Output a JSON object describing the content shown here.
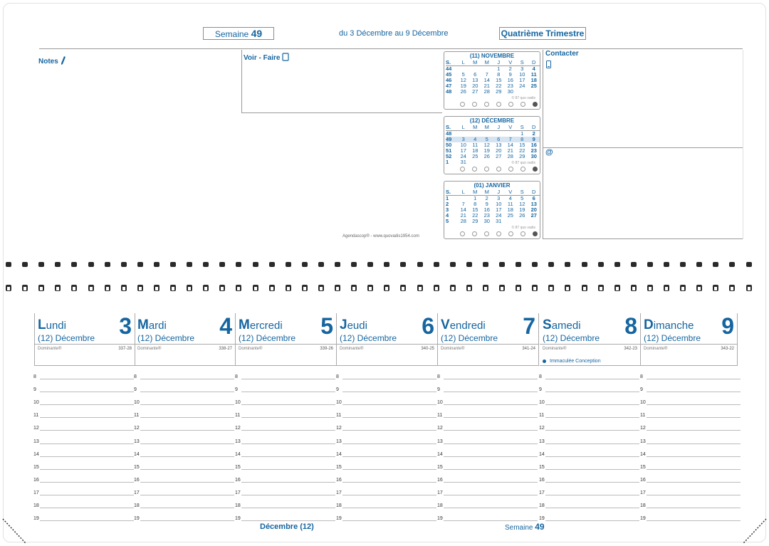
{
  "header": {
    "week_label": "Semaine",
    "week_number": "49",
    "date_range": "du 3 Décembre au 9 Décembre",
    "quarter": "Quatrième Trimestre"
  },
  "sections": {
    "notes": "Notes",
    "todo": "Voir - Faire",
    "contact": "Contacter",
    "at_sign": "@",
    "publisher": "Agendascop® - www.quovadis1954.com"
  },
  "mini_calendars": [
    {
      "title": "(11) NOVEMBRE",
      "head": [
        "S.",
        "L",
        "M",
        "M",
        "J",
        "V",
        "S",
        "D"
      ],
      "rows": [
        [
          "44",
          "",
          "",
          "",
          "1",
          "2",
          "3",
          "4"
        ],
        [
          "45",
          "5",
          "6",
          "7",
          "8",
          "9",
          "10",
          "11"
        ],
        [
          "46",
          "12",
          "13",
          "14",
          "15",
          "16",
          "17",
          "18"
        ],
        [
          "47",
          "19",
          "20",
          "21",
          "22",
          "23",
          "24",
          "25"
        ],
        [
          "48",
          "26",
          "27",
          "28",
          "29",
          "30",
          "",
          ""
        ]
      ],
      "credit": "© 87 quo vadis"
    },
    {
      "title": "(12) DÉCEMBRE",
      "head": [
        "S.",
        "L",
        "M",
        "M",
        "J",
        "V",
        "S",
        "D"
      ],
      "rows": [
        [
          "48",
          "",
          "",
          "",
          "",
          "",
          "1",
          "2"
        ],
        [
          "49",
          "3",
          "4",
          "5",
          "6",
          "7",
          "8",
          "9"
        ],
        [
          "50",
          "10",
          "11",
          "12",
          "13",
          "14",
          "15",
          "16"
        ],
        [
          "51",
          "17",
          "18",
          "19",
          "20",
          "21",
          "22",
          "23"
        ],
        [
          "52",
          "24",
          "25",
          "26",
          "27",
          "28",
          "29",
          "30"
        ],
        [
          "1",
          "31",
          "",
          "",
          "",
          "",
          "",
          ""
        ]
      ],
      "credit": "© 87 quo vadis"
    },
    {
      "title": "(01) JANVIER",
      "head": [
        "S.",
        "L",
        "M",
        "M",
        "J",
        "V",
        "S",
        "D"
      ],
      "rows": [
        [
          "1",
          "",
          "1",
          "2",
          "3",
          "4",
          "5",
          "6"
        ],
        [
          "2",
          "7",
          "8",
          "9",
          "10",
          "11",
          "12",
          "13"
        ],
        [
          "3",
          "14",
          "15",
          "16",
          "17",
          "18",
          "19",
          "20"
        ],
        [
          "4",
          "21",
          "22",
          "23",
          "24",
          "25",
          "26",
          "27"
        ],
        [
          "5",
          "28",
          "29",
          "30",
          "31",
          "",
          "",
          ""
        ]
      ],
      "credit": "© 87 quo vadis"
    }
  ],
  "days": [
    {
      "name": "Lundi",
      "num": "3",
      "month": "(12) Décembre",
      "dominante": "Dominante®",
      "code": "337-28",
      "holiday": ""
    },
    {
      "name": "Mardi",
      "num": "4",
      "month": "(12) Décembre",
      "dominante": "Dominante®",
      "code": "338-27",
      "holiday": ""
    },
    {
      "name": "Mercredi",
      "num": "5",
      "month": "(12) Décembre",
      "dominante": "Dominante®",
      "code": "339-26",
      "holiday": ""
    },
    {
      "name": "Jeudi",
      "num": "6",
      "month": "(12) Décembre",
      "dominante": "Dominante®",
      "code": "340-25",
      "holiday": ""
    },
    {
      "name": "Vendredi",
      "num": "7",
      "month": "(12) Décembre",
      "dominante": "Dominante®",
      "code": "341-24",
      "holiday": ""
    },
    {
      "name": "Samedi",
      "num": "8",
      "month": "(12) Décembre",
      "dominante": "Dominante®",
      "code": "342-23",
      "holiday": "Immaculée Conception"
    },
    {
      "name": "Dimanche",
      "num": "9",
      "month": "(12) Décembre",
      "dominante": "Dominante®",
      "code": "343-22",
      "holiday": ""
    }
  ],
  "hours": [
    "8",
    "9",
    "10",
    "11",
    "12",
    "13",
    "14",
    "15",
    "16",
    "17",
    "18",
    "19"
  ],
  "footer": {
    "month": "Décembre (12)",
    "week_label": "Semaine",
    "week_number": "49"
  },
  "colors": {
    "accent": "#1565a0",
    "highlight": "#d6e4f2"
  }
}
